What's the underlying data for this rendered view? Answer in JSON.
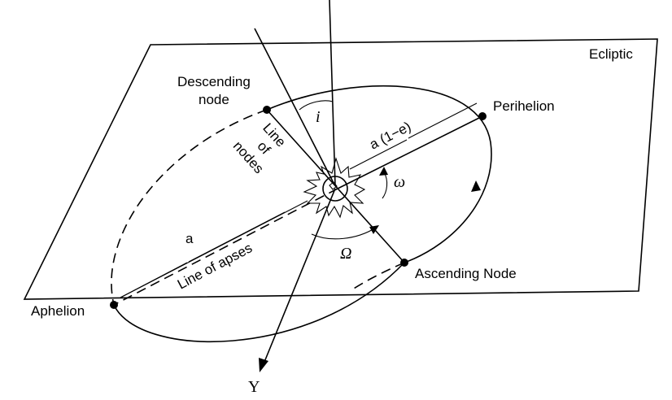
{
  "labels": {
    "ecliptic": "Ecliptic",
    "descending_node_1": "Descending",
    "descending_node_2": "node",
    "perihelion": "Perihelion",
    "ascending_node": "Ascending Node",
    "aphelion": "Aphelion",
    "line_of_nodes_1": "Line",
    "line_of_nodes_2": "of",
    "line_of_nodes_3": "nodes",
    "line_of_apses": "Line of apses",
    "semi_major": "a",
    "perihelion_distance": "a (1−e)",
    "inclination": "i",
    "arg_perihelion": "ω",
    "long_asc_node": "Ω",
    "vernal_equinox": "Υ"
  }
}
